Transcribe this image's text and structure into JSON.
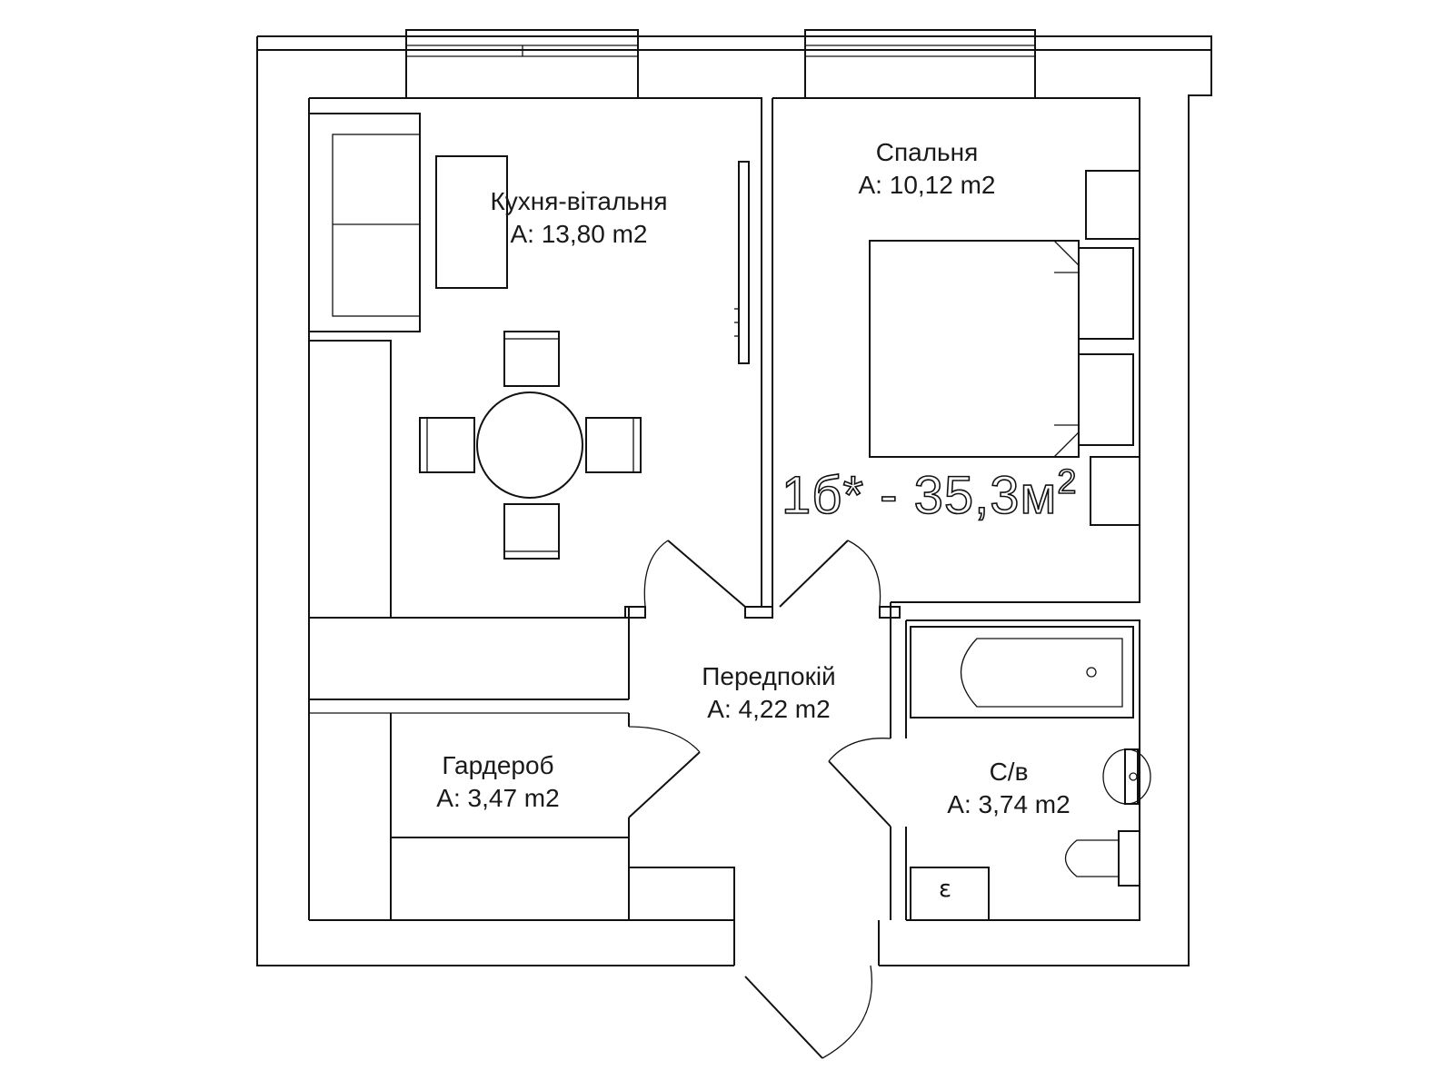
{
  "plan": {
    "apartment_code": "1б* - 35,3м",
    "apartment_code_sup": "2",
    "rooms": [
      {
        "id": "kitchen",
        "name": "Кухня-вітальня",
        "area": "A: 13,80 m2"
      },
      {
        "id": "bedroom",
        "name": "Спальня",
        "area": "A: 10,12 m2"
      },
      {
        "id": "hall",
        "name": "Передпокій",
        "area": "A: 4,22 m2"
      },
      {
        "id": "wardrobe",
        "name": "Гардероб",
        "area": "A: 3,47 m2"
      },
      {
        "id": "bathroom",
        "name": "С/в",
        "area": "A: 3,74 m2"
      }
    ],
    "boiler_glyph": "ε",
    "colors": {
      "line": "#111111",
      "background": "#ffffff"
    }
  }
}
